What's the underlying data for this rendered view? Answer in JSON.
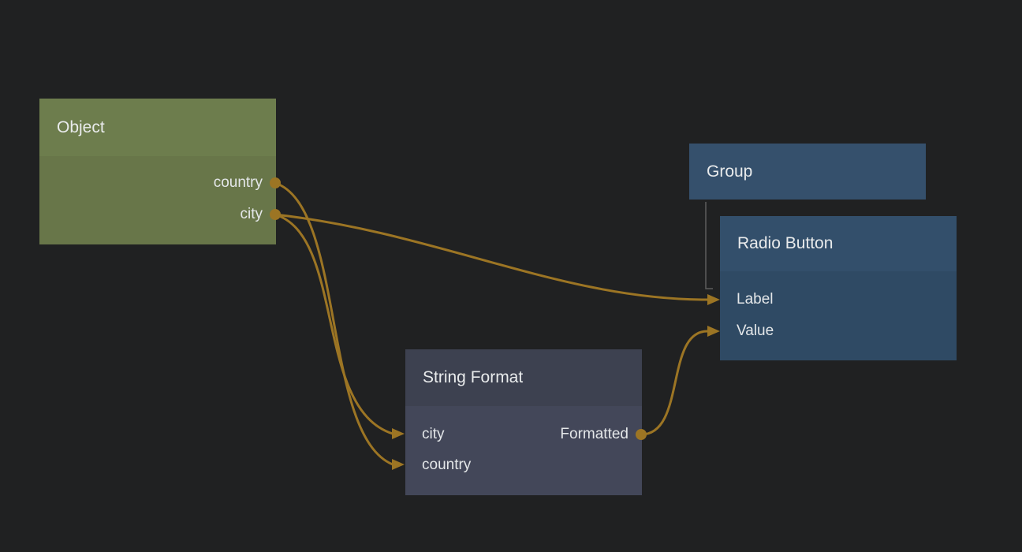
{
  "canvas": {
    "background_color": "#202122",
    "wire_color": "#9c7524",
    "hierarchy_line_color": "#5d5d5d",
    "text_color": "#e9ebec"
  },
  "nodes": {
    "object": {
      "title": "Object",
      "header_color": "#6d7d4d",
      "body_color": "#687649",
      "outputs": [
        {
          "label": "country"
        },
        {
          "label": "city"
        }
      ]
    },
    "group": {
      "title": "Group",
      "header_color": "#35506c"
    },
    "radio_button": {
      "title": "Radio Button",
      "header_color": "#334f6b",
      "body_color": "#2f4a64",
      "inputs": [
        {
          "label": "Label"
        },
        {
          "label": "Value"
        }
      ]
    },
    "string_format": {
      "title": "String Format",
      "header_color": "#3d4150",
      "body_color": "#434759",
      "inputs": [
        {
          "label": "city"
        },
        {
          "label": "country"
        }
      ],
      "outputs": [
        {
          "label": "Formatted"
        }
      ]
    }
  },
  "connections": [
    {
      "from": "Object.country",
      "to": "String Format.country"
    },
    {
      "from": "Object.city",
      "to": "String Format.city"
    },
    {
      "from": "Object.city",
      "to": "Radio Button.Label"
    },
    {
      "from": "String Format.Formatted",
      "to": "Radio Button.Value"
    },
    {
      "from": "Group",
      "to": "Radio Button",
      "type": "hierarchy"
    }
  ]
}
